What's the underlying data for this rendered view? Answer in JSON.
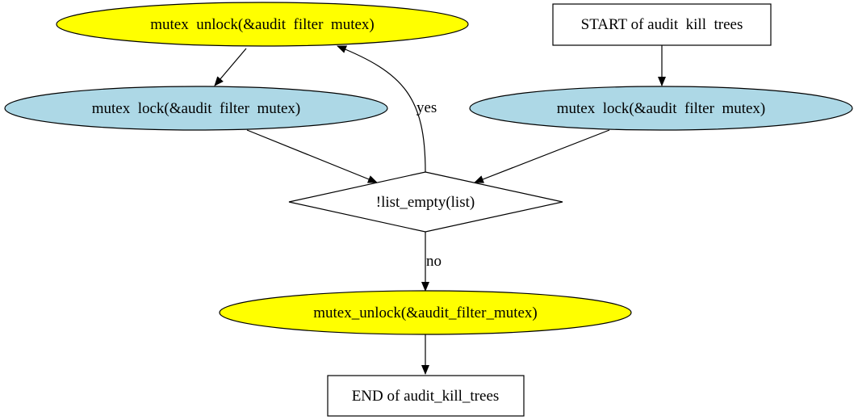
{
  "colors": {
    "yellow_node": "#ffff00",
    "blue_node": "#add8e6",
    "white_node": "#ffffff",
    "stroke": "#000000"
  },
  "nodes": {
    "unlock_top": {
      "label": "mutex  unlock(&audit  filter  mutex)",
      "shape": "ellipse"
    },
    "start": {
      "label": "START of audit  kill  trees",
      "shape": "box"
    },
    "lock_left": {
      "label": "mutex  lock(&audit  filter  mutex)",
      "shape": "ellipse"
    },
    "lock_right": {
      "label": "mutex  lock(&audit  filter  mutex)",
      "shape": "ellipse"
    },
    "decision": {
      "label": "!list_empty(list)",
      "shape": "diamond"
    },
    "unlock_bottom": {
      "label": "mutex_unlock(&audit_filter_mutex)",
      "shape": "ellipse"
    },
    "end": {
      "label": "END of audit_kill_trees",
      "shape": "box"
    }
  },
  "edges": {
    "yes_label": "yes",
    "no_label": "no"
  }
}
